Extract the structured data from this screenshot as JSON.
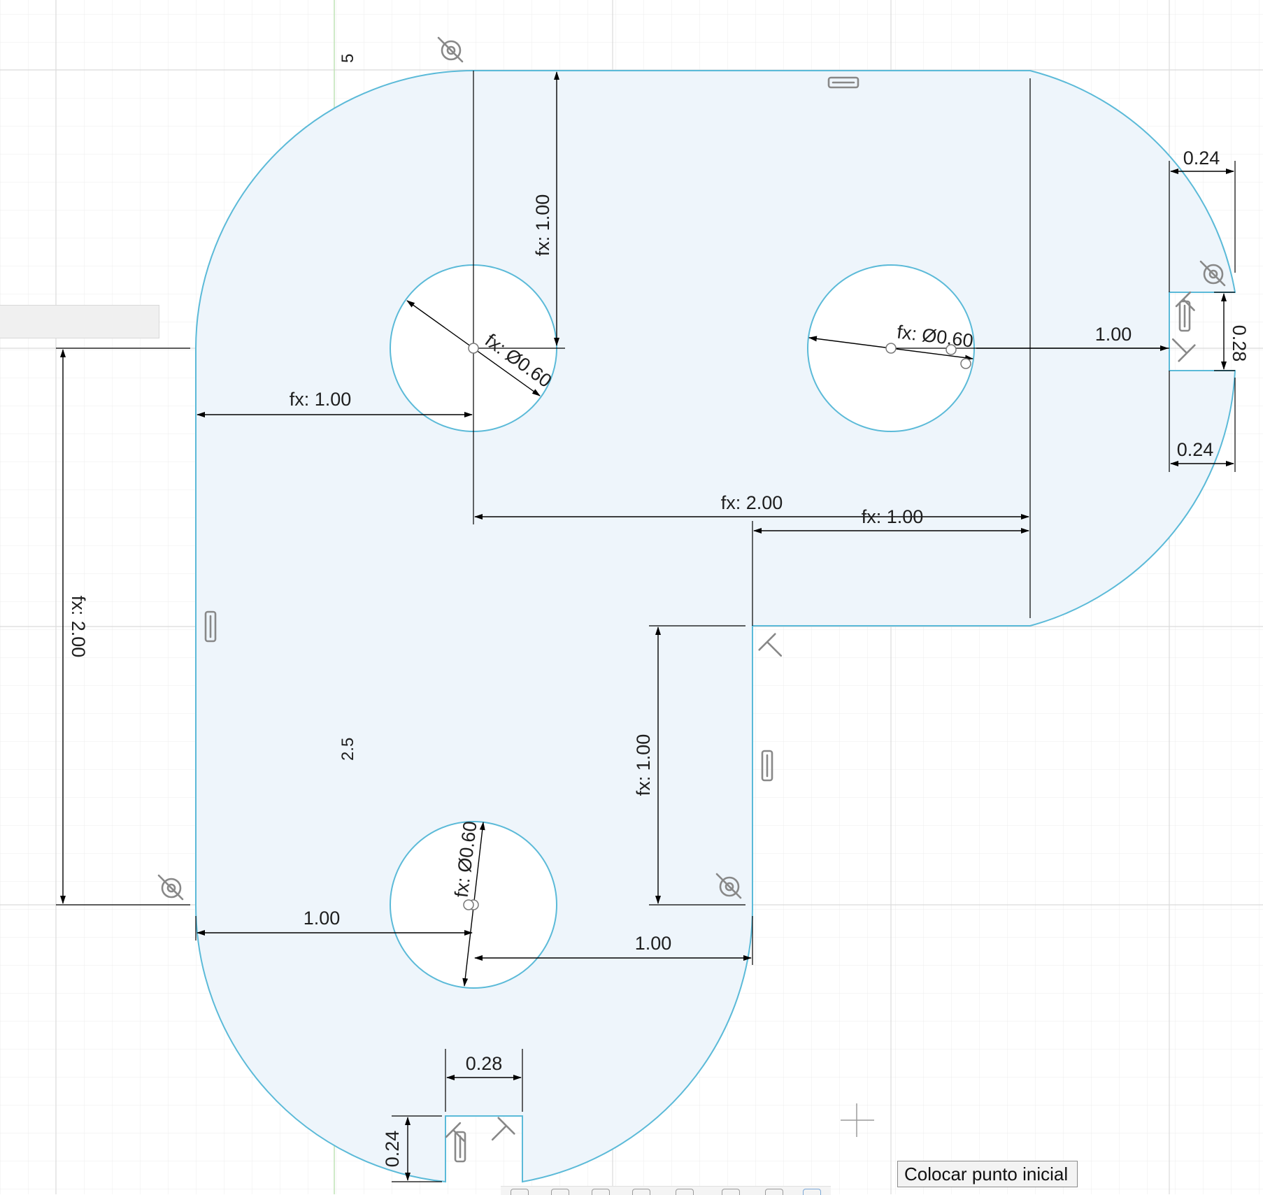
{
  "colors": {
    "background": "#ffffff",
    "grid_minor": "#ececec",
    "grid_major": "#dcdcdc",
    "axis_green": "#bfe3b6",
    "profile_fill": "#eef5fb",
    "profile_stroke": "#5bbad8",
    "dimension": "#000000",
    "constraint_icon": "#8a8a8a"
  },
  "icons": {
    "tangent": "tangent-constraint-icon",
    "parallel": "parallel-constraint-icon",
    "perpendicular": "perpendicular-constraint-icon",
    "cursor": "crosshair-cursor-icon"
  },
  "axis_labels": {
    "top": "5",
    "middle": "2.5"
  },
  "dimensions": {
    "top_vertical": "fx: 1.00",
    "left_horizontal": "fx: 1.00",
    "hole_top_left_diameter": "fx: Ø0.60",
    "hole_top_right_diameter": "fx: Ø0.60",
    "right_horizontal": "1.00",
    "slot_right_top_width": "0.24",
    "slot_right_height": "0.28",
    "slot_right_bottom_width": "0.24",
    "center_spacing_long": "fx: 2.00",
    "center_spacing_short": "fx: 1.00",
    "left_vertical": "fx: 2.00",
    "inner_vertical": "fx: 1.00",
    "hole_bottom_diameter": "fx: Ø0.60",
    "bottom_left_horizontal": "1.00",
    "bottom_right_horizontal": "1.00",
    "slot_bottom_width": "0.28",
    "slot_bottom_depth": "0.24"
  },
  "tooltip": {
    "text": "Colocar punto inicial"
  }
}
